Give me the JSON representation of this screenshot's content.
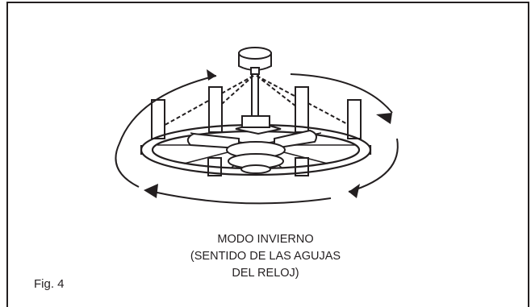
{
  "figure": {
    "label": "Fig. 4",
    "caption_lines": [
      "MODO INVIERNO",
      "(SENTIDO DE LAS AGUJAS",
      "DEL RELOJ)"
    ]
  },
  "colors": {
    "line": "#231f20",
    "background": "#ffffff"
  },
  "icons": [
    "ceiling-fan-illustration",
    "clockwise-arrow-icon"
  ]
}
